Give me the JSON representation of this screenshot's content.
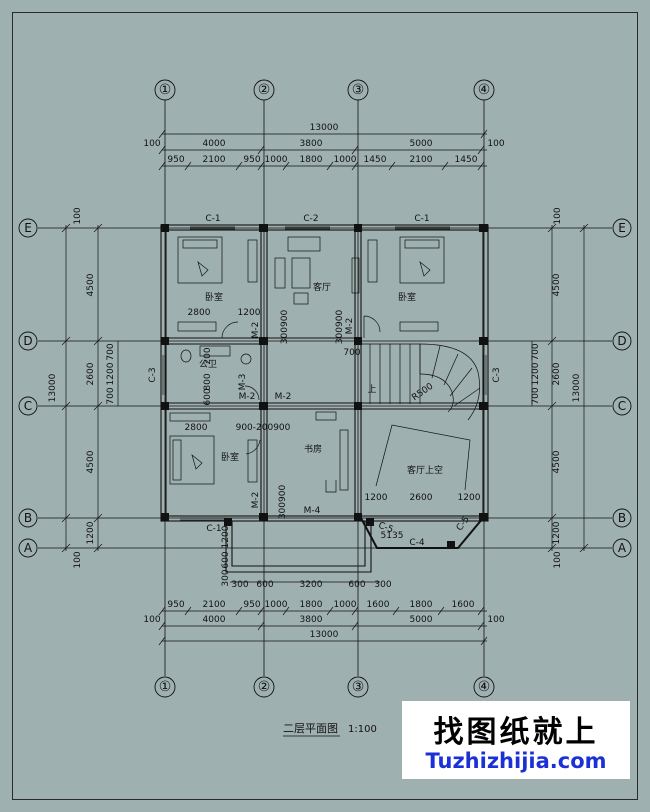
{
  "drawing": {
    "title": "二层平面图",
    "scale": "1:100"
  },
  "axes": {
    "columns": [
      "①",
      "②",
      "③",
      "④"
    ],
    "rows": [
      "E",
      "D",
      "C",
      "B",
      "A"
    ]
  },
  "dimensions": {
    "top_total": "13000",
    "top_overhang": [
      "100",
      "100"
    ],
    "top_bays": [
      "4000",
      "3800",
      "5000"
    ],
    "top_detail": [
      "950",
      "2100",
      "950",
      "1000",
      "1800",
      "1000",
      "1450",
      "2100",
      "1450"
    ],
    "bottom_total": "13000",
    "bottom_overhang": [
      "100",
      "100"
    ],
    "bottom_bays": [
      "4000",
      "3800",
      "5000"
    ],
    "bottom_detail": [
      "950",
      "2100",
      "950",
      "1000",
      "1800",
      "1000",
      "1600",
      "1800",
      "1600"
    ],
    "balcony": [
      "300",
      "600",
      "3200",
      "600",
      "300"
    ],
    "left_total": "13000",
    "left_bays": [
      "4500",
      "2600",
      "4500",
      "1200"
    ],
    "left_detail": [
      "700",
      "1200",
      "700"
    ],
    "left_edge": [
      "100",
      "100"
    ],
    "left_balcony": [
      "300",
      "600",
      "1200"
    ],
    "right_total": "13000",
    "right_bays": [
      "4500",
      "2600",
      "4500",
      "1200"
    ],
    "right_detail": [
      "700",
      "1200",
      "700"
    ],
    "right_edge": [
      "100",
      "100"
    ]
  },
  "rooms": {
    "bedroom": "卧室",
    "living": "客厅",
    "bath": "公卫",
    "study": "书房",
    "void": "客厅上空"
  },
  "marks": {
    "window_c1": "C-1",
    "window_c2": "C-2",
    "window_c3": "C-3",
    "window_c4": "C-4",
    "window_c5": "C-5",
    "door_m2": "M-2",
    "door_m3": "M-3",
    "door_m4": "M-4",
    "stair_up": "上",
    "radius": "R500"
  },
  "inner_dims": {
    "d2800": "2800",
    "d1200": "1200",
    "d300900": "300900",
    "d200": "200",
    "d800": "800",
    "d600": "600",
    "d700": "700",
    "d900_200_900": "900-200900",
    "d2600": "2600",
    "d5135": "5135"
  },
  "watermark": {
    "line1": "找图纸就上",
    "line2": "Tuzhizhijia.com"
  },
  "colors": {
    "background": "#9fb0b0",
    "ink": "#111111",
    "watermark_blue": "#1b31d6"
  }
}
